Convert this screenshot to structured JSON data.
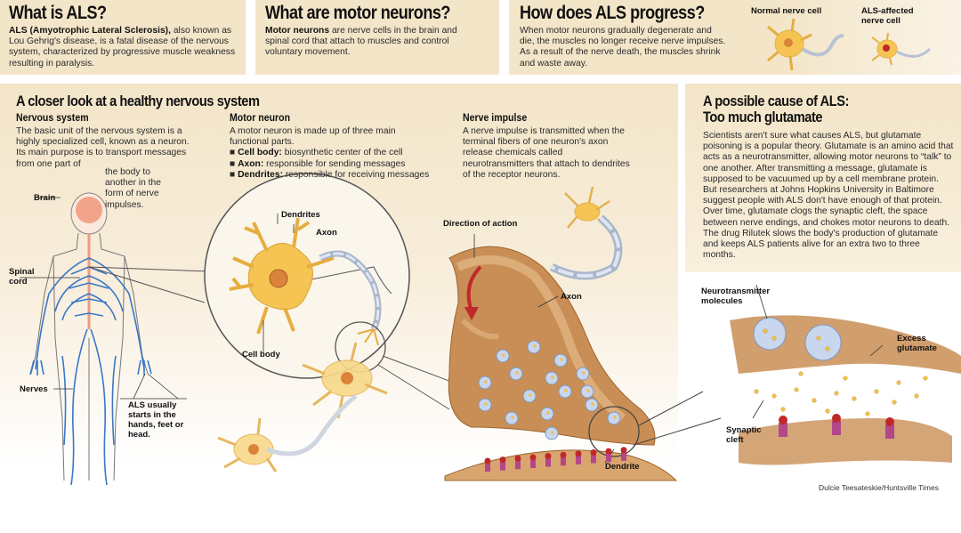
{
  "what_is_als": {
    "title": "What is ALS?",
    "lead": "ALS (Amyotrophic Lateral Sclerosis),",
    "body": " also known as Lou Gehrig's disease, is a fatal disease of the nervous system, characterized by progressive muscle weakness resulting in paralysis."
  },
  "motor_neurons": {
    "title": "What are motor neurons?",
    "lead": "Motor neurons",
    "body": " are nerve cells in the brain and spinal cord that attach to muscles and control voluntary movement."
  },
  "progress": {
    "title": "How does ALS progress?",
    "body": "When motor neurons gradually degenerate and die, the muscles no longer receive nerve impulses. As a result of the nerve death, the muscles shrink and waste away.",
    "normal_label": "Normal nerve cell",
    "affected_label": "ALS-affected nerve cell"
  },
  "closer_look": {
    "title": "A closer look at a healthy nervous system",
    "nervous_system": {
      "heading": "Nervous system",
      "body_1": "The basic unit of the nervous system is a highly specialized cell, known as a neuron. Its  main purpose is to transport messages from one part of",
      "body_2": "the body to another in the form of nerve impulses."
    },
    "motor_neuron": {
      "heading": "Motor neuron",
      "intro": "A motor neuron is made up of three main functional parts.",
      "parts": [
        {
          "term": "Cell body:",
          "desc": " biosynthetic center of the cell"
        },
        {
          "term": "Axon:",
          "desc": " responsible for sending messages"
        },
        {
          "term": "Dendrites:",
          "desc": " responsible for receiving messages"
        }
      ]
    },
    "nerve_impulse": {
      "heading": "Nerve impulse",
      "body": "A nerve impulse is transmitted when the terminal fibers of one neuron's axon release chemicals called neurotransmitters that attach to dendrites of the receptor neurons."
    },
    "labels": {
      "brain": "Brain",
      "spinal_cord": "Spinal cord",
      "nerves": "Nerves",
      "als_starts": "ALS usually starts in the hands, feet or head.",
      "dendrites": "Dendrites",
      "axon": "Axon",
      "cell_body": "Cell body",
      "direction": "Direction of action",
      "axon_2": "Axon",
      "dendrite": "Dendrite"
    }
  },
  "cause": {
    "title_1": "A possible cause of ALS:",
    "title_2": "Too much glutamate",
    "body": "Scientists aren't sure what causes ALS, but glutamate poisoning is a popular theory. Glutamate is an amino acid that acts as a neurotransmitter, allowing motor neurons to “talk” to one another. After transmitting a message, glutamate is supposed to be vacuumed up by a cell membrane protein. But researchers at Johns Hopkins University in Baltimore suggest people with ALS don't have enough of that protein. Over time, glutamate clogs the synaptic cleft, the space between nerve endings, and chokes motor neurons to death. The drug Rilutek slows the body's production of glutamate and keeps ALS patients alive for an extra two to three months.",
    "labels": {
      "neurotransmitter": "Neurotransmitter molecules",
      "excess": "Excess glutamate",
      "cleft": "Synaptic cleft"
    }
  },
  "credit": "Dulcie Teesateskie/Huntsville Times",
  "colors": {
    "panel": "#f3e5c8",
    "nerve_blue": "#3a78c8",
    "cell_yellow": "#f5c453",
    "terminal_brown": "#c98e55",
    "arrow_red": "#c0282a"
  }
}
